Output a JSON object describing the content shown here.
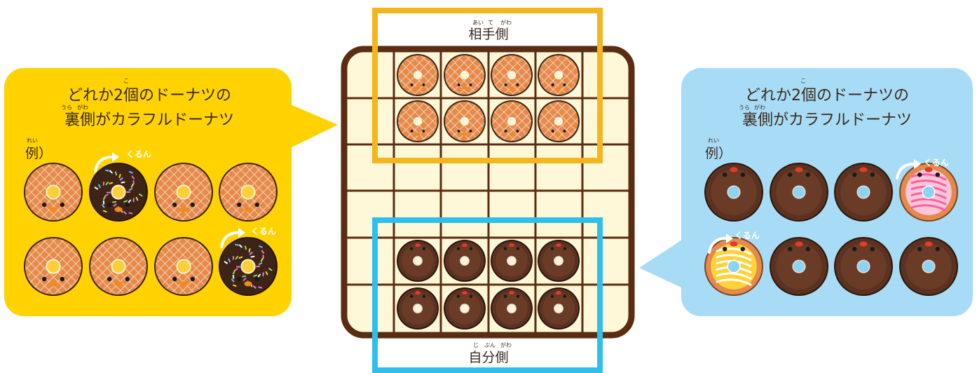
{
  "board": {
    "opponent_label": "相手側",
    "opponent_ruby": [
      "あい",
      "て",
      "がわ"
    ],
    "player_label": "自分側",
    "player_ruby": [
      "じ",
      "ぶん",
      "がわ"
    ],
    "frame_color": "#5a2d12",
    "surface_color": "#fff8d8",
    "opponent_highlight_color": "#f5b51c",
    "player_highlight_color": "#2ec0ea"
  },
  "left_panel": {
    "line1": "どれか2個のドーナツの",
    "line2": "裏側がカラフルドーナツ",
    "ruby_ko": "こ",
    "ruby_ura": "うら",
    "ruby_gawa": "がわ",
    "example_label": "例）",
    "ruby_rei": "れい",
    "flip_sound": "くるん",
    "bg_color": "#ffd200"
  },
  "right_panel": {
    "line1": "どれか2個のドーナツの",
    "line2": "裏側がカラフルドーナツ",
    "ruby_ko": "こ",
    "ruby_ura": "うら",
    "ruby_gawa": "がわ",
    "example_label": "例）",
    "ruby_rei": "れい",
    "flip_sound": "くるん",
    "bg_color": "#a8dcf6"
  },
  "icons": {
    "waffle_donut": "waffle-donut-icon",
    "chocolate_donut": "chocolate-donut-icon",
    "sprinkle_donut": "sprinkle-chocolate-donut-icon",
    "pink_donut": "pink-icing-donut-icon",
    "yellow_donut": "yellow-icing-donut-icon",
    "flip_arrow": "flip-arrow-icon"
  }
}
